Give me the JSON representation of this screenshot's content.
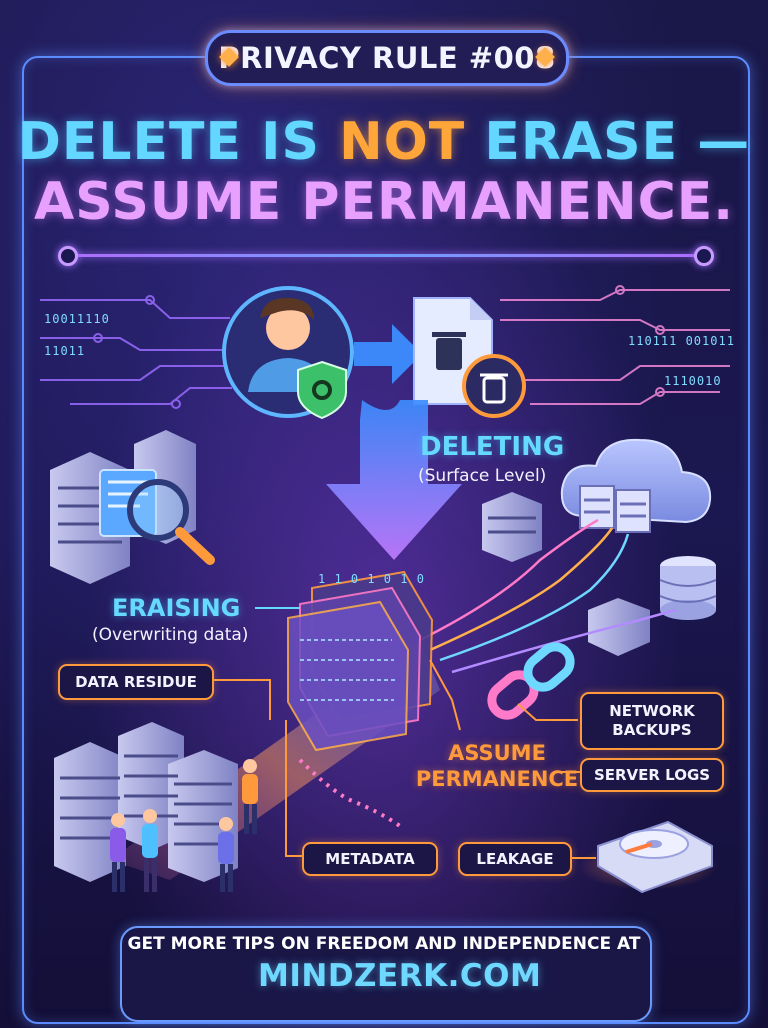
{
  "badge": {
    "label": "PRIVACY RULE #008"
  },
  "headline": {
    "line1_part1": "DELETE IS ",
    "line1_part2": "NOT",
    "line1_part3": " ERASE —",
    "line2": "ASSUME PERMANENCE."
  },
  "binary": {
    "left_1": "10011110",
    "left_2": "11011",
    "right_1": "110111 001011",
    "right_2": "1110010",
    "stream": "1 1 0  1 0  1  0"
  },
  "labels": {
    "deleting": "DELETING",
    "deleting_sub": "(Surface Level)",
    "erasing": "ERAISING",
    "erasing_sub": "(Overwriting data)",
    "assume": "ASSUME PERMANENCE"
  },
  "tags": {
    "data_residue": "DATA RESIDUE",
    "network_backups": "NETWORK BACKUPS",
    "server_logs": "SERVER LOGS",
    "metadata": "METADATA",
    "leakage": "LEAKAGE"
  },
  "footer": {
    "tip": "GET MORE TIPS ON FREEDOM AND INDEPENDENCE AT",
    "site": "MINDZERK.COM"
  },
  "icons": [
    "user-avatar-icon",
    "shield-gear-icon",
    "file-trash-icon",
    "trash-icon",
    "server-rack-icon",
    "magnifier-icon",
    "cloud-icon",
    "database-icon",
    "chain-link-icon",
    "hard-drive-icon",
    "lock-shield-icon"
  ],
  "colors": {
    "accent_blue": "#63d7ff",
    "accent_orange": "#ff9a3c",
    "accent_purple": "#b06bff",
    "background": "#1a1848"
  }
}
